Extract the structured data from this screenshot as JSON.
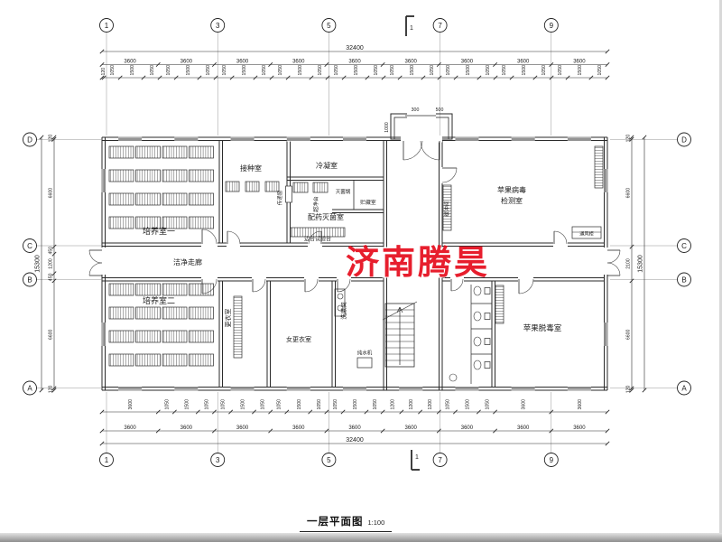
{
  "page": {
    "watermark": {
      "text": "济南腾昊",
      "color": "#e60e1e"
    },
    "title": {
      "text": "一层平面图",
      "scale": "1:100"
    }
  },
  "axes": {
    "top": [
      "1",
      "3",
      "5",
      "7",
      "9"
    ],
    "bottom": [
      "1",
      "3",
      "5",
      "7",
      "9"
    ],
    "left": [
      "D",
      "C",
      "B",
      "A"
    ],
    "right": [
      "D",
      "C",
      "B",
      "A"
    ],
    "section_mark": "1"
  },
  "dimensions": {
    "top_total": "32400",
    "top_bays": [
      "3600",
      "3600",
      "3600",
      "3600",
      "3600",
      "3600",
      "3600",
      "3600",
      "3600"
    ],
    "top_subs": [
      "120",
      "1050",
      "1500",
      "1050",
      "1050",
      "1500",
      "1050",
      "1050",
      "1500",
      "1050",
      "1050",
      "1500",
      "1050",
      "1050",
      "1500",
      "1050",
      "1050",
      "1500",
      "1050",
      "1050",
      "1500",
      "1050",
      "1050",
      "1500",
      "1050",
      "1050",
      "1500",
      "1050"
    ],
    "bottom_subs": [
      "3600",
      "1050",
      "1500",
      "1050",
      "1050",
      "1500",
      "1050",
      "1050",
      "1500",
      "1050",
      "1050",
      "1500",
      "1050",
      "1200",
      "1200",
      "1200",
      "1050",
      "1500",
      "1050",
      "3600",
      "3600"
    ],
    "bottom_bays": [
      "3600",
      "3600",
      "3600",
      "3600",
      "3600",
      "3600",
      "3600",
      "3600",
      "3600"
    ],
    "bottom_total": "32400",
    "left_total": "15300",
    "left_subs": [
      "120",
      "6600",
      "450",
      "1200",
      "450",
      "6600",
      "120"
    ],
    "right_subs": [
      "120",
      "6600",
      "2100",
      "6600",
      "120"
    ],
    "right_total": "15300",
    "entrance_dims": [
      "1000",
      "300",
      "500"
    ]
  },
  "rooms": [
    {
      "id": "py1",
      "label": "培养室一"
    },
    {
      "id": "py2",
      "label": "培养室二"
    },
    {
      "id": "jiezhong",
      "label": "接种室"
    },
    {
      "id": "lengning",
      "label": "冷凝室"
    },
    {
      "id": "peiyao",
      "label": "配药灭菌室"
    },
    {
      "id": "jiance1",
      "label": "苹果病毒"
    },
    {
      "id": "jiance2",
      "label": "检测室"
    },
    {
      "id": "tuodu",
      "label": "苹果脱毒室"
    },
    {
      "id": "zoulang",
      "label": "洁净走廊"
    },
    {
      "id": "nvgengyi",
      "label": "女更衣室"
    },
    {
      "id": "gengyi",
      "label": "更衣室"
    },
    {
      "id": "xishu",
      "label": "洗漱间"
    },
    {
      "id": "zhucang",
      "label": "贮藏室"
    },
    {
      "id": "miejun",
      "label": "灭菌锅"
    },
    {
      "id": "chaojing",
      "label": "超净台"
    },
    {
      "id": "biantai",
      "label": "边台试验台"
    },
    {
      "id": "chuandi",
      "label": "传递窗"
    },
    {
      "id": "huanchong",
      "label": "缓冲间"
    },
    {
      "id": "tongfeng",
      "label": "通风柜"
    },
    {
      "id": "chunshui",
      "label": "纯水机"
    }
  ]
}
